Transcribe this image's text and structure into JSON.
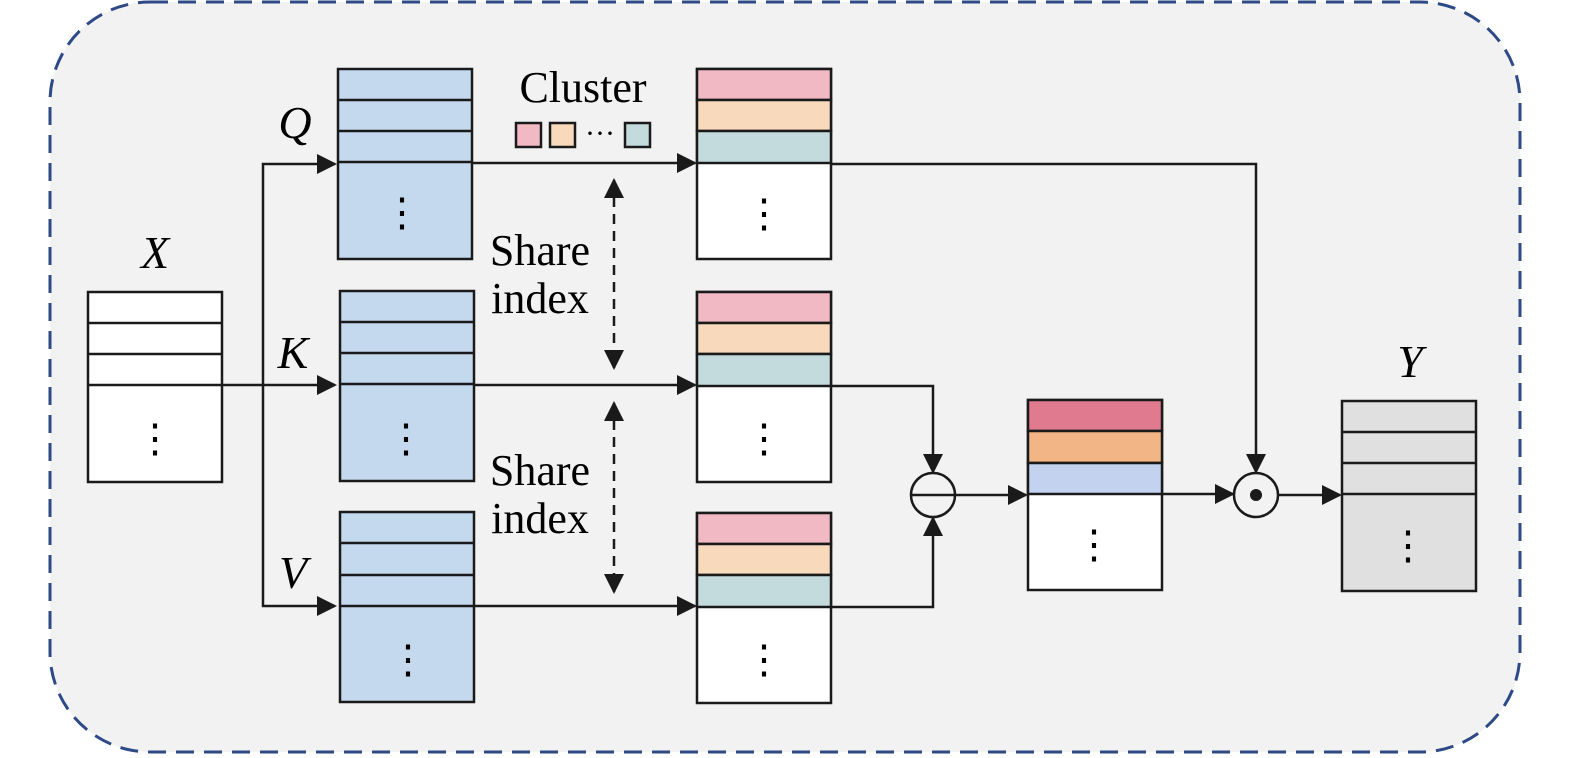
{
  "inputs": {
    "x_label": "X",
    "q_label": "Q",
    "k_label": "K",
    "v_label": "V"
  },
  "output": {
    "y_label": "Y"
  },
  "cluster": {
    "label": "Cluster",
    "ellipsis": "···"
  },
  "share_index": {
    "top": {
      "line1": "Share",
      "line2": "index"
    },
    "bottom": {
      "line1": "Share",
      "line2": "index"
    }
  },
  "vertical_ellipsis": "⋮",
  "colors": {
    "background": "#f2f2f2",
    "border_dash": "#2e4a86",
    "projection_fill": "#c5d9ee",
    "cluster_pink": "#f0b9c4",
    "cluster_peach": "#f8d9bc",
    "cluster_teal": "#c3dbdc",
    "merged_red": "#e07b8f",
    "merged_orange": "#f2b585",
    "merged_blue": "#c2d2ef",
    "output_fill": "#e0e0e0",
    "stroke": "#1a1a1a"
  }
}
